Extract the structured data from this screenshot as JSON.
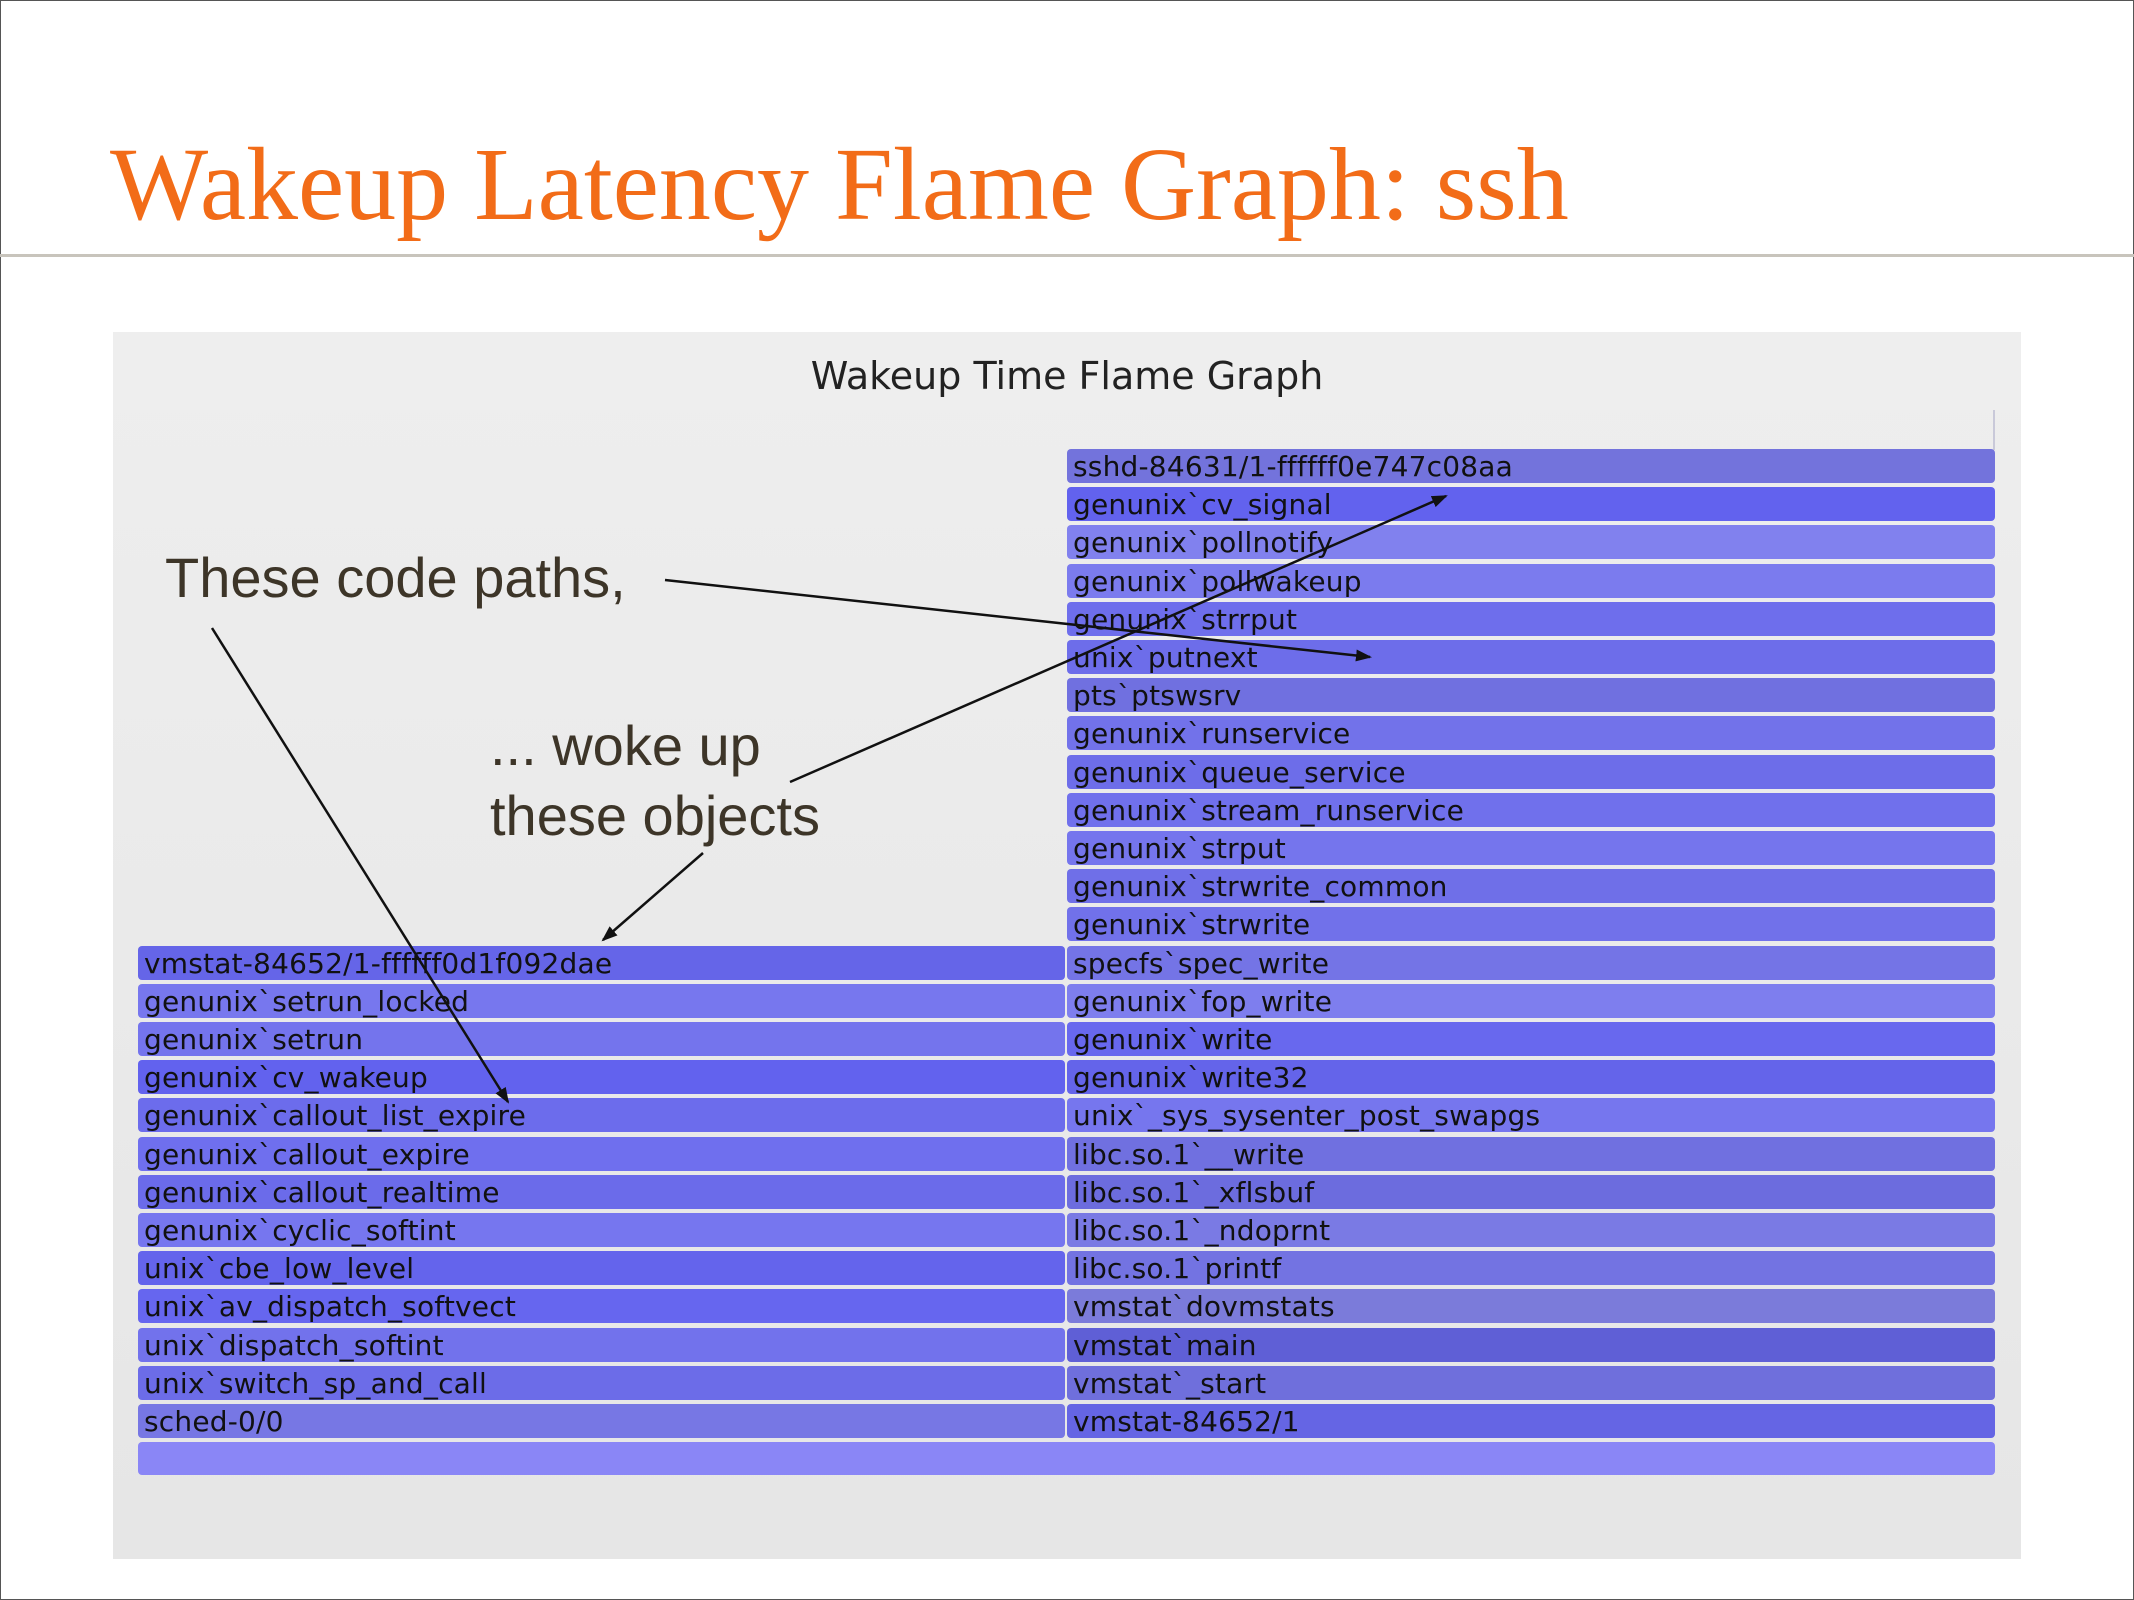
{
  "slide": {
    "title": "Wakeup Latency Flame Graph: ssh"
  },
  "flamegraph": {
    "title": "Wakeup Time Flame Graph",
    "left_stack": [
      {
        "label": "vmstat-84652/1-ffffff0d1f092dae",
        "color": "#6565e8"
      },
      {
        "label": "genunix`setrun_locked",
        "color": "#7777ee"
      },
      {
        "label": "genunix`setrun",
        "color": "#7474ed"
      },
      {
        "label": "genunix`cv_wakeup",
        "color": "#6262ee"
      },
      {
        "label": "genunix`callout_list_expire",
        "color": "#6c6cec"
      },
      {
        "label": "genunix`callout_expire",
        "color": "#6f6fee"
      },
      {
        "label": "genunix`callout_realtime",
        "color": "#6b6bea"
      },
      {
        "label": "genunix`cyclic_softint",
        "color": "#7676ef"
      },
      {
        "label": "unix`cbe_low_level",
        "color": "#6464ec"
      },
      {
        "label": "unix`av_dispatch_softvect",
        "color": "#6666ef"
      },
      {
        "label": "unix`dispatch_softint",
        "color": "#7272ec"
      },
      {
        "label": "unix`switch_sp_and_call",
        "color": "#6c6ce8"
      },
      {
        "label": "sched-0/0",
        "color": "#7777e4"
      }
    ],
    "right_stack": [
      {
        "label": "sshd-84631/1-ffffff0e747c08aa",
        "color": "#7373dc"
      },
      {
        "label": "genunix`cv_signal",
        "color": "#6262ee"
      },
      {
        "label": "genunix`pollnotify",
        "color": "#8181ee"
      },
      {
        "label": "genunix`pollwakeup",
        "color": "#7b7bee"
      },
      {
        "label": "genunix`strrput",
        "color": "#6e6eec"
      },
      {
        "label": "unix`putnext",
        "color": "#6d6dea"
      },
      {
        "label": "pts`ptswsrv",
        "color": "#7070e0"
      },
      {
        "label": "genunix`runservice",
        "color": "#7272ea"
      },
      {
        "label": "genunix`queue_service",
        "color": "#6d6de9"
      },
      {
        "label": "genunix`stream_runservice",
        "color": "#7070ec"
      },
      {
        "label": "genunix`strput",
        "color": "#7575ed"
      },
      {
        "label": "genunix`strwrite_common",
        "color": "#6f6fe8"
      },
      {
        "label": "genunix`strwrite",
        "color": "#7171ea"
      },
      {
        "label": "specfs`spec_write",
        "color": "#7474e6"
      },
      {
        "label": "genunix`fop_write",
        "color": "#7e7eee"
      },
      {
        "label": "genunix`write",
        "color": "#6868ee"
      },
      {
        "label": "genunix`write32",
        "color": "#6464ea"
      },
      {
        "label": "unix`_sys_sysenter_post_swapgs",
        "color": "#7676ee"
      },
      {
        "label": "libc.so.1`__write",
        "color": "#7070e0"
      },
      {
        "label": "libc.so.1`_xflsbuf",
        "color": "#6c6cde"
      },
      {
        "label": "libc.so.1`_ndoprnt",
        "color": "#7a7ae4"
      },
      {
        "label": "libc.so.1`printf",
        "color": "#7373e2"
      },
      {
        "label": "vmstat`dovmstats",
        "color": "#7b7bda"
      },
      {
        "label": "vmstat`main",
        "color": "#5f5fd6"
      },
      {
        "label": "vmstat`_start",
        "color": "#6f6fdc"
      },
      {
        "label": "vmstat-84652/1",
        "color": "#6565e4"
      }
    ],
    "root_color": "#8a86f6"
  },
  "annotations": {
    "code_paths": "These code paths,",
    "woke_up_line1": "... woke up",
    "woke_up_line2": "these objects"
  }
}
